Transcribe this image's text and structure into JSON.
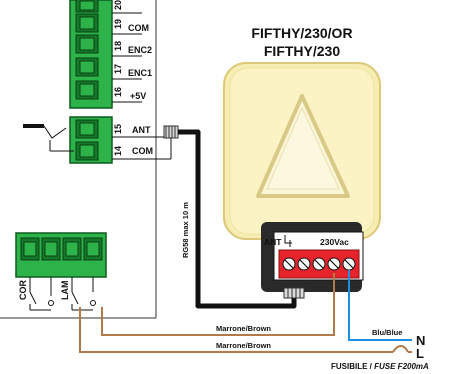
{
  "terminals": {
    "t20": {
      "num": "20",
      "label": ""
    },
    "t19": {
      "num": "19",
      "label": "COM"
    },
    "t18": {
      "num": "18",
      "label": "ENC2"
    },
    "t17": {
      "num": "17",
      "label": "ENC1"
    },
    "t16": {
      "num": "16",
      "label": "+5V"
    },
    "t15": {
      "num": "15",
      "label": "ANT"
    },
    "t14": {
      "num": "14",
      "label": "COM"
    }
  },
  "bottom_block": {
    "cor_label": "COR",
    "lam_label": "LAM"
  },
  "lamp": {
    "title_line1": "FIFTHY/230/OR",
    "title_line2": "FIFTHY/230"
  },
  "lamp_terminals": {
    "ant_label": "ANT",
    "voltage_label": "230Vac"
  },
  "cable": {
    "label": "RG58 max 10 m"
  },
  "wires": {
    "brown_1": "Marrone/Brown",
    "brown_2": "Marrone/Brown",
    "blue": "Blu/Blue",
    "neutral": "N",
    "live": "L",
    "fuse_it": "FUSIBILE / ",
    "fuse_en": "FUSE F200mA"
  },
  "colors": {
    "terminal_green": "#2db34a",
    "terminal_dark": "#147a2a",
    "lamp_yellow": "#fbf3c4",
    "lamp_border": "#e9d98a",
    "terminal_red": "#e5242b",
    "brown_wire": "#b07a4a",
    "blue_wire": "#1d8fe0",
    "cable_black": "#111111"
  }
}
